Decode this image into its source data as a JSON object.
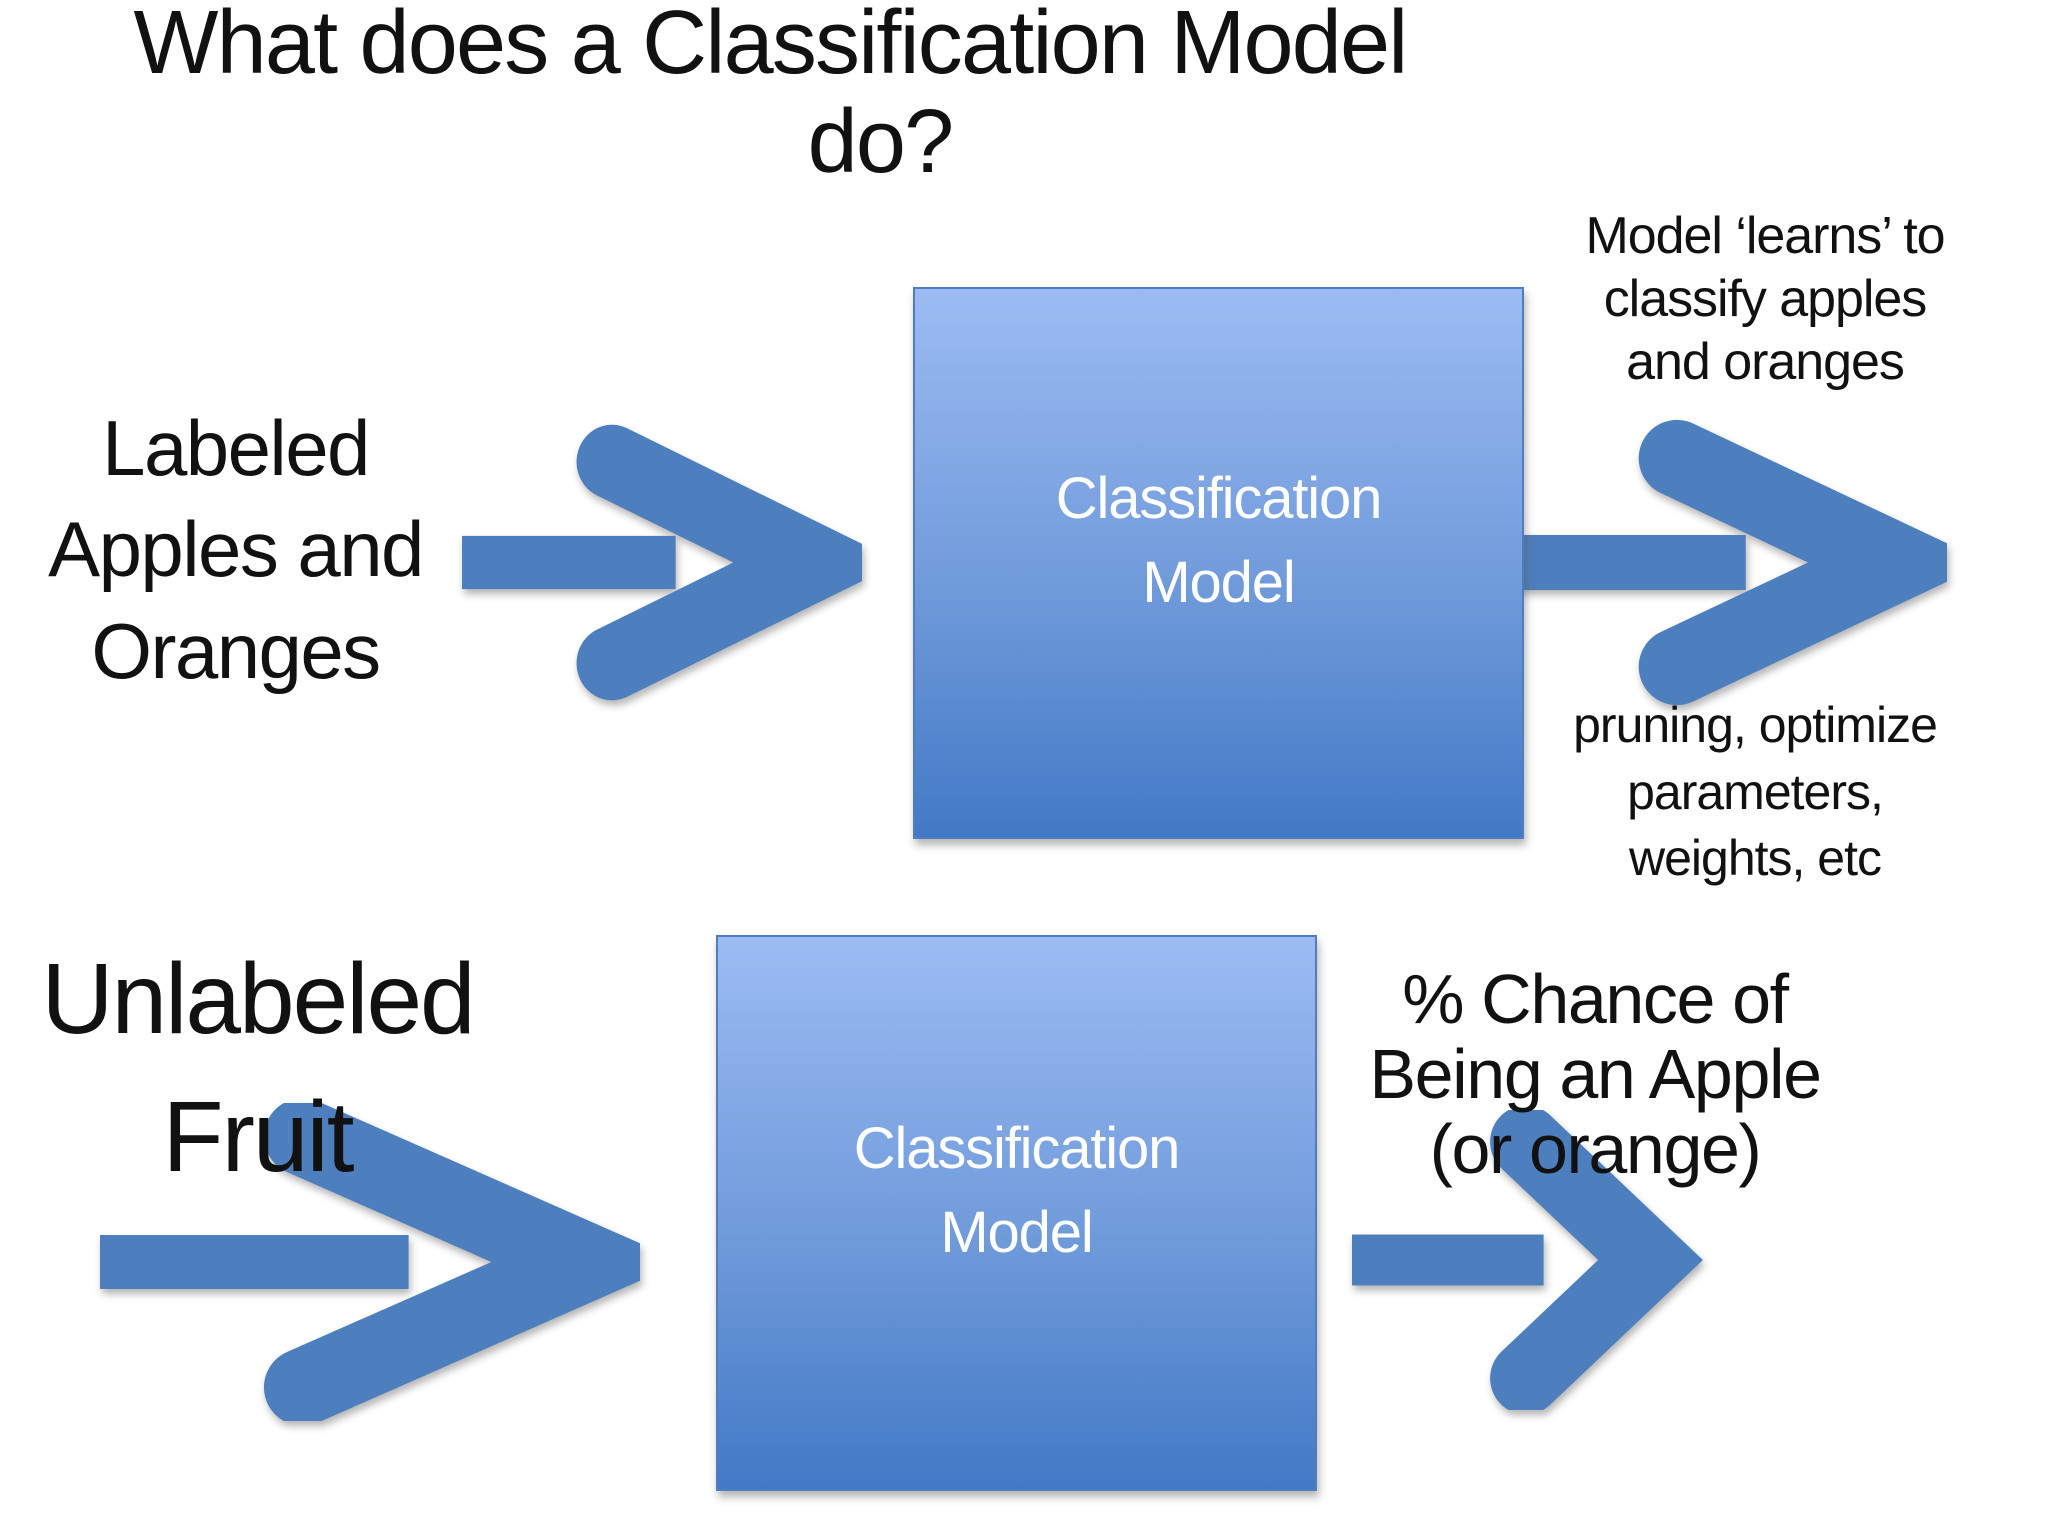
{
  "title": {
    "lines": [
      "What does a Classification Model",
      "do?"
    ]
  },
  "row_top": {
    "input_label": {
      "lines": [
        "Labeled",
        "Apples and",
        "Oranges"
      ]
    },
    "box": {
      "lines": [
        "Classification",
        "Model"
      ]
    },
    "note_learns": {
      "lines": [
        "Model ‘learns’ to",
        "classify apples",
        "and oranges"
      ]
    },
    "note_pruning": {
      "lines": [
        "pruning, optimize",
        "parameters,",
        "weights, etc"
      ]
    }
  },
  "row_bottom": {
    "input_label": {
      "lines": [
        "Unlabeled",
        "Fruit"
      ]
    },
    "box": {
      "lines": [
        "Classification",
        "Model"
      ]
    },
    "output_label": {
      "lines": [
        "% Chance of",
        "Being an Apple",
        "(or orange)"
      ]
    }
  },
  "colors": {
    "background": "#ffffff",
    "text": "#111111",
    "arrow": "#4d7ebd",
    "box_top": "#9cbbf3",
    "box_bottom": "#4279c6",
    "box_border": "#4f7dbf",
    "box_text": "#ffffff"
  },
  "icons": {
    "flow_arrow": "right-arrow"
  }
}
